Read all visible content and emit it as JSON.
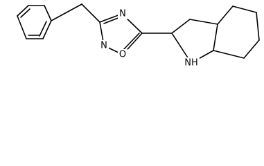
{
  "molecule": {
    "atoms": {
      "n4": "N",
      "n2": "N",
      "o1": "O",
      "nh": "NH"
    },
    "colors": {
      "bond": "#000000",
      "text": "#000000",
      "background": "#ffffff"
    }
  }
}
